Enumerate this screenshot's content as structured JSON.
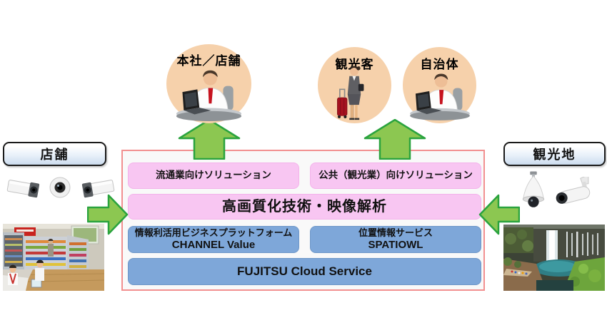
{
  "entities": {
    "headquarters": {
      "label": "本社／店舗"
    },
    "tourist": {
      "label": "観光客"
    },
    "government": {
      "label": "自治体"
    }
  },
  "sites": {
    "store": {
      "label": "店舗"
    },
    "tourist_site": {
      "label": "観光地"
    }
  },
  "platform": {
    "solutions": [
      {
        "label": "流通業向けソリューション"
      },
      {
        "label": "公共（観光業）向けソリューション"
      }
    ],
    "technology": {
      "label": "高画質化技術・映像解析"
    },
    "services": [
      {
        "line1": "情報利活用ビジネスプラットフォーム",
        "line2": "CHANNEL Value"
      },
      {
        "line1": "位置情報サービス",
        "line2": "SPATIOWL"
      }
    ],
    "cloud": {
      "label": "FUJITSU Cloud Service"
    }
  },
  "icons": {
    "store_cameras": [
      "box-camera",
      "dome-camera",
      "box-camera"
    ],
    "tourist_site_cameras": [
      "ptz-dome-camera",
      "bullet-camera"
    ],
    "people": [
      "office-worker-at-laptop",
      "tourist-woman-with-suitcase",
      "office-worker-at-laptop"
    ]
  },
  "photos": {
    "store": "convenience-store-interior",
    "tourist_site": "waterfall-scenic-spot"
  },
  "colors": {
    "circle_bg": "#f6d1ab",
    "pink_box": "#f8c6f2",
    "blue_box": "#7ea7d9",
    "arrow_fill": "#8cc751",
    "arrow_border": "#2aa33e",
    "frame_border": "#f29090",
    "frame_bg": "#f9f9f9",
    "site_label_bg": "#ccdcee"
  }
}
